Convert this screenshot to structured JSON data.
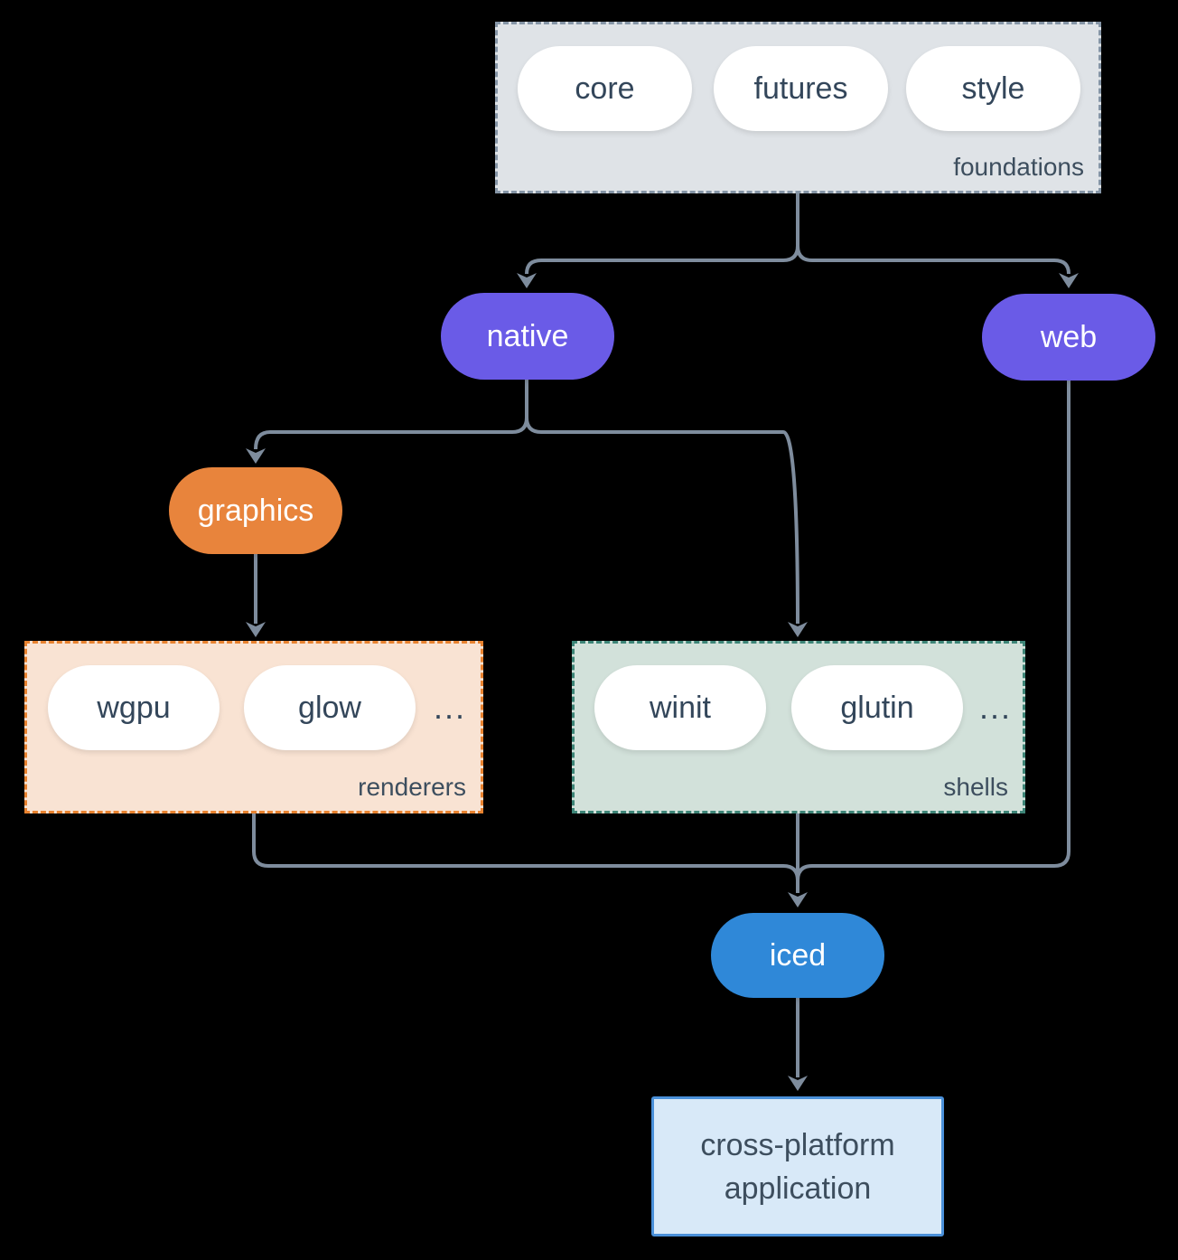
{
  "diagram": {
    "foundations": {
      "label": "foundations",
      "pills": [
        "core",
        "futures",
        "style"
      ]
    },
    "native": {
      "label": "native"
    },
    "web": {
      "label": "web"
    },
    "graphics": {
      "label": "graphics"
    },
    "renderers": {
      "label": "renderers",
      "pills": [
        "wgpu",
        "glow"
      ],
      "more": "..."
    },
    "shells": {
      "label": "shells",
      "pills": [
        "winit",
        "glutin"
      ],
      "more": "..."
    },
    "iced": {
      "label": "iced"
    },
    "application": {
      "line1": "cross-platform",
      "line2": "application"
    }
  },
  "colors": {
    "background": "#000000",
    "connector": "#7e8c9d",
    "foundations_fill": "#dfe3e7",
    "foundations_border": "#8595a6",
    "white_pill": "#ffffff",
    "dark_text": "#33465a",
    "corner_label_text": "#3d4e5e",
    "purple_pill": "#6a5be7",
    "orange_pill": "#e8843c",
    "renderers_fill": "#f9e3d3",
    "renderers_border": "#e8822f",
    "shells_fill": "#d2e1da",
    "shells_border": "#3d8577",
    "iced_blue": "#2f88d8",
    "application_fill": "#d8e9f8",
    "application_border": "#4a90d9"
  }
}
